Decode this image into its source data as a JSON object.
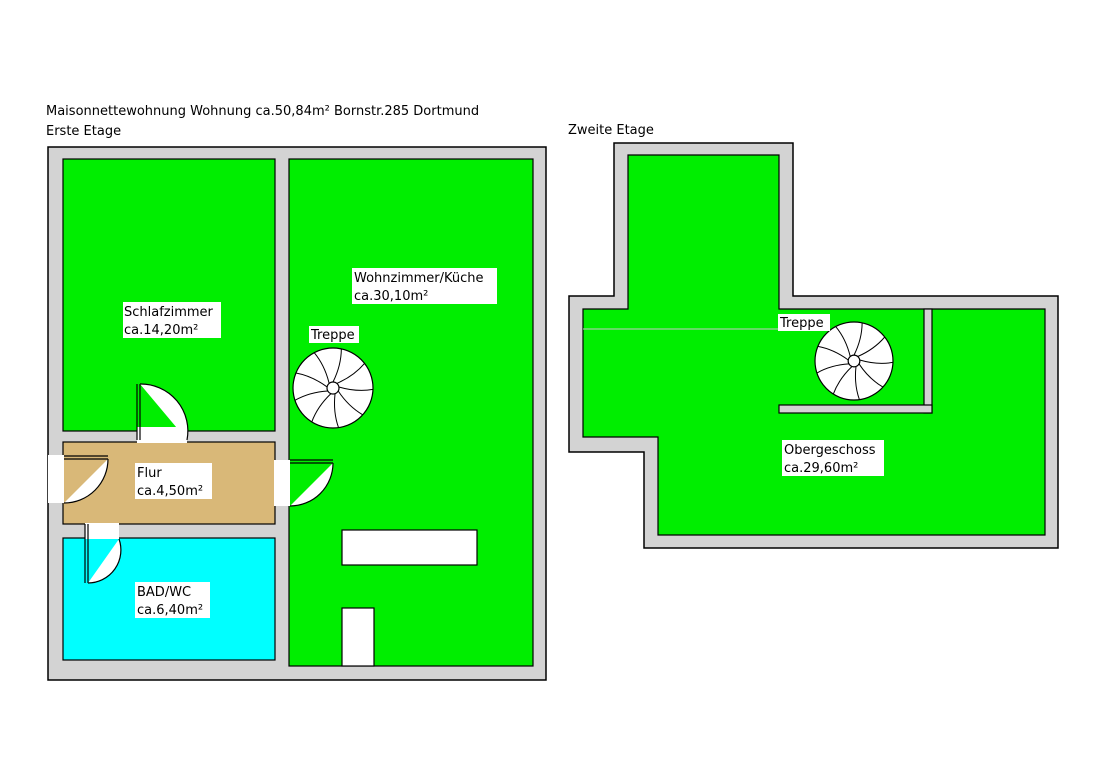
{
  "title": "Maisonnettewohnung Wohnung ca.50,84m² Bornstr.285 Dortmund",
  "floors": {
    "first": {
      "label": "Erste Etage",
      "rooms": {
        "schlafzimmer": {
          "name": "Schlafzimmer",
          "area": "ca.14,20m²"
        },
        "wohnzimmer": {
          "name": "Wohnzimmer/Küche",
          "area": "ca.30,10m²"
        },
        "flur": {
          "name": "Flur",
          "area": "ca.4,50m²"
        },
        "bad": {
          "name": "BAD/WC",
          "area": "ca.6,40m²"
        }
      },
      "stair_label": "Treppe"
    },
    "second": {
      "label": "Zweite Etage",
      "rooms": {
        "obergeschoss": {
          "name": "Obergeschoss",
          "area": "ca.29,60m²"
        }
      },
      "stair_label": "Treppe"
    }
  },
  "colors": {
    "wall": "#d3d3d3",
    "room_green": "#00ee00",
    "hall_tan": "#d9b878",
    "bath_cyan": "#00ffff",
    "outline": "#000000"
  }
}
